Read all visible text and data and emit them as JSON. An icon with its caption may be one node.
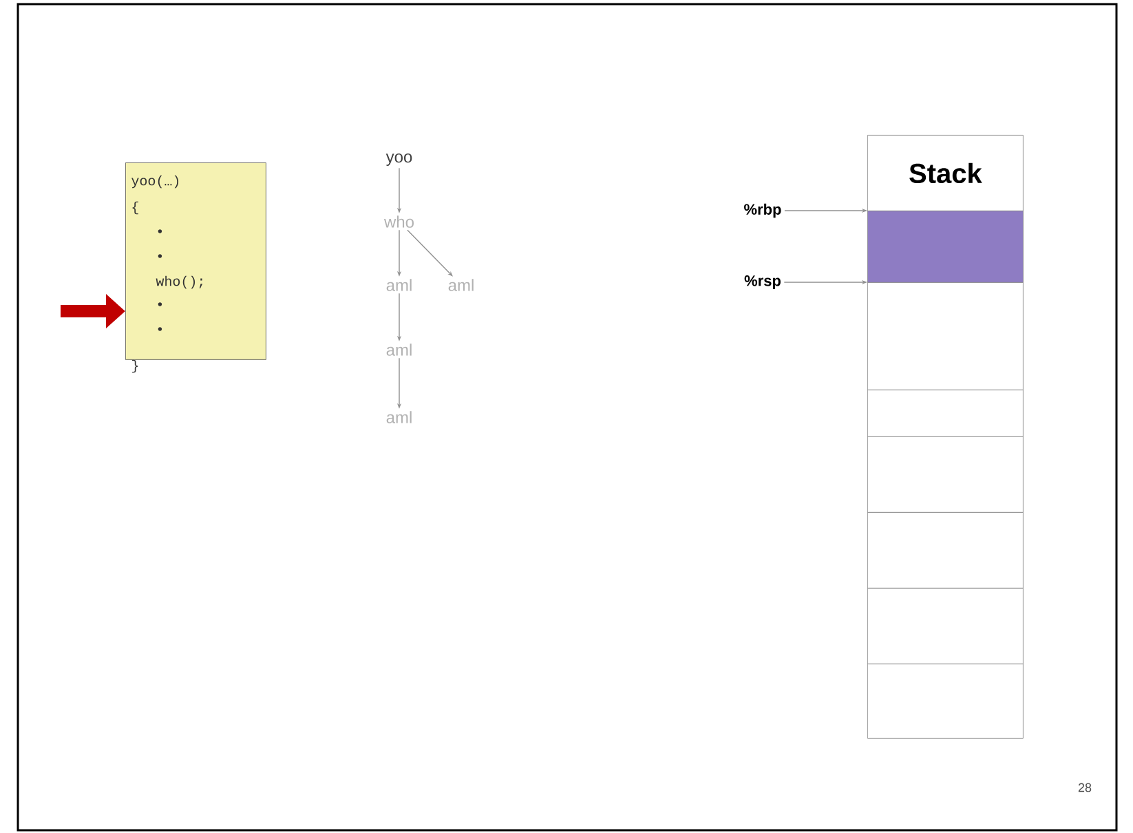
{
  "diagram": {
    "nodes": [
      {
        "text": [
          "yoo(…)",
          "{",
          "•",
          "•",
          "who();",
          "•",
          "•",
          "}"
        ]
      },
      {
        "text": [
          "yoo"
        ]
      },
      {
        "text": [
          "who"
        ]
      },
      {
        "text": [
          "aml"
        ]
      },
      {
        "text": [
          "aml"
        ]
      },
      {
        "text": [
          "aml"
        ]
      },
      {
        "text": [
          "aml"
        ]
      },
      {
        "text": [
          "Stack"
        ]
      },
      {
        "text": [],
        "shape": "box"
      },
      {
        "text": [],
        "shape": "box"
      },
      {
        "text": [],
        "shape": "box"
      },
      {
        "text": [],
        "shape": "box"
      },
      {
        "text": [],
        "shape": "box"
      },
      {
        "text": [],
        "shape": "box"
      },
      {
        "text": [],
        "shape": "box"
      },
      {
        "text": [
          "%rbp"
        ]
      },
      {
        "text": [
          "%rsp"
        ]
      }
    ],
    "edges": [
      {
        "from": null,
        "to": 0,
        "arrow": "to",
        "style": "thick",
        "color": "#c00000"
      },
      {
        "from": 1,
        "to": 2,
        "arrow": "to"
      },
      {
        "from": 2,
        "to": 3,
        "arrow": "to"
      },
      {
        "from": 2,
        "to": 4,
        "arrow": "to"
      },
      {
        "from": 3,
        "to": 5,
        "arrow": "to"
      },
      {
        "from": 5,
        "to": 6,
        "arrow": "to"
      },
      {
        "from": 15,
        "to": 8,
        "arrow": "to"
      },
      {
        "from": 16,
        "to": 9,
        "arrow": "to"
      }
    ],
    "labels": [
      "28"
    ]
  }
}
